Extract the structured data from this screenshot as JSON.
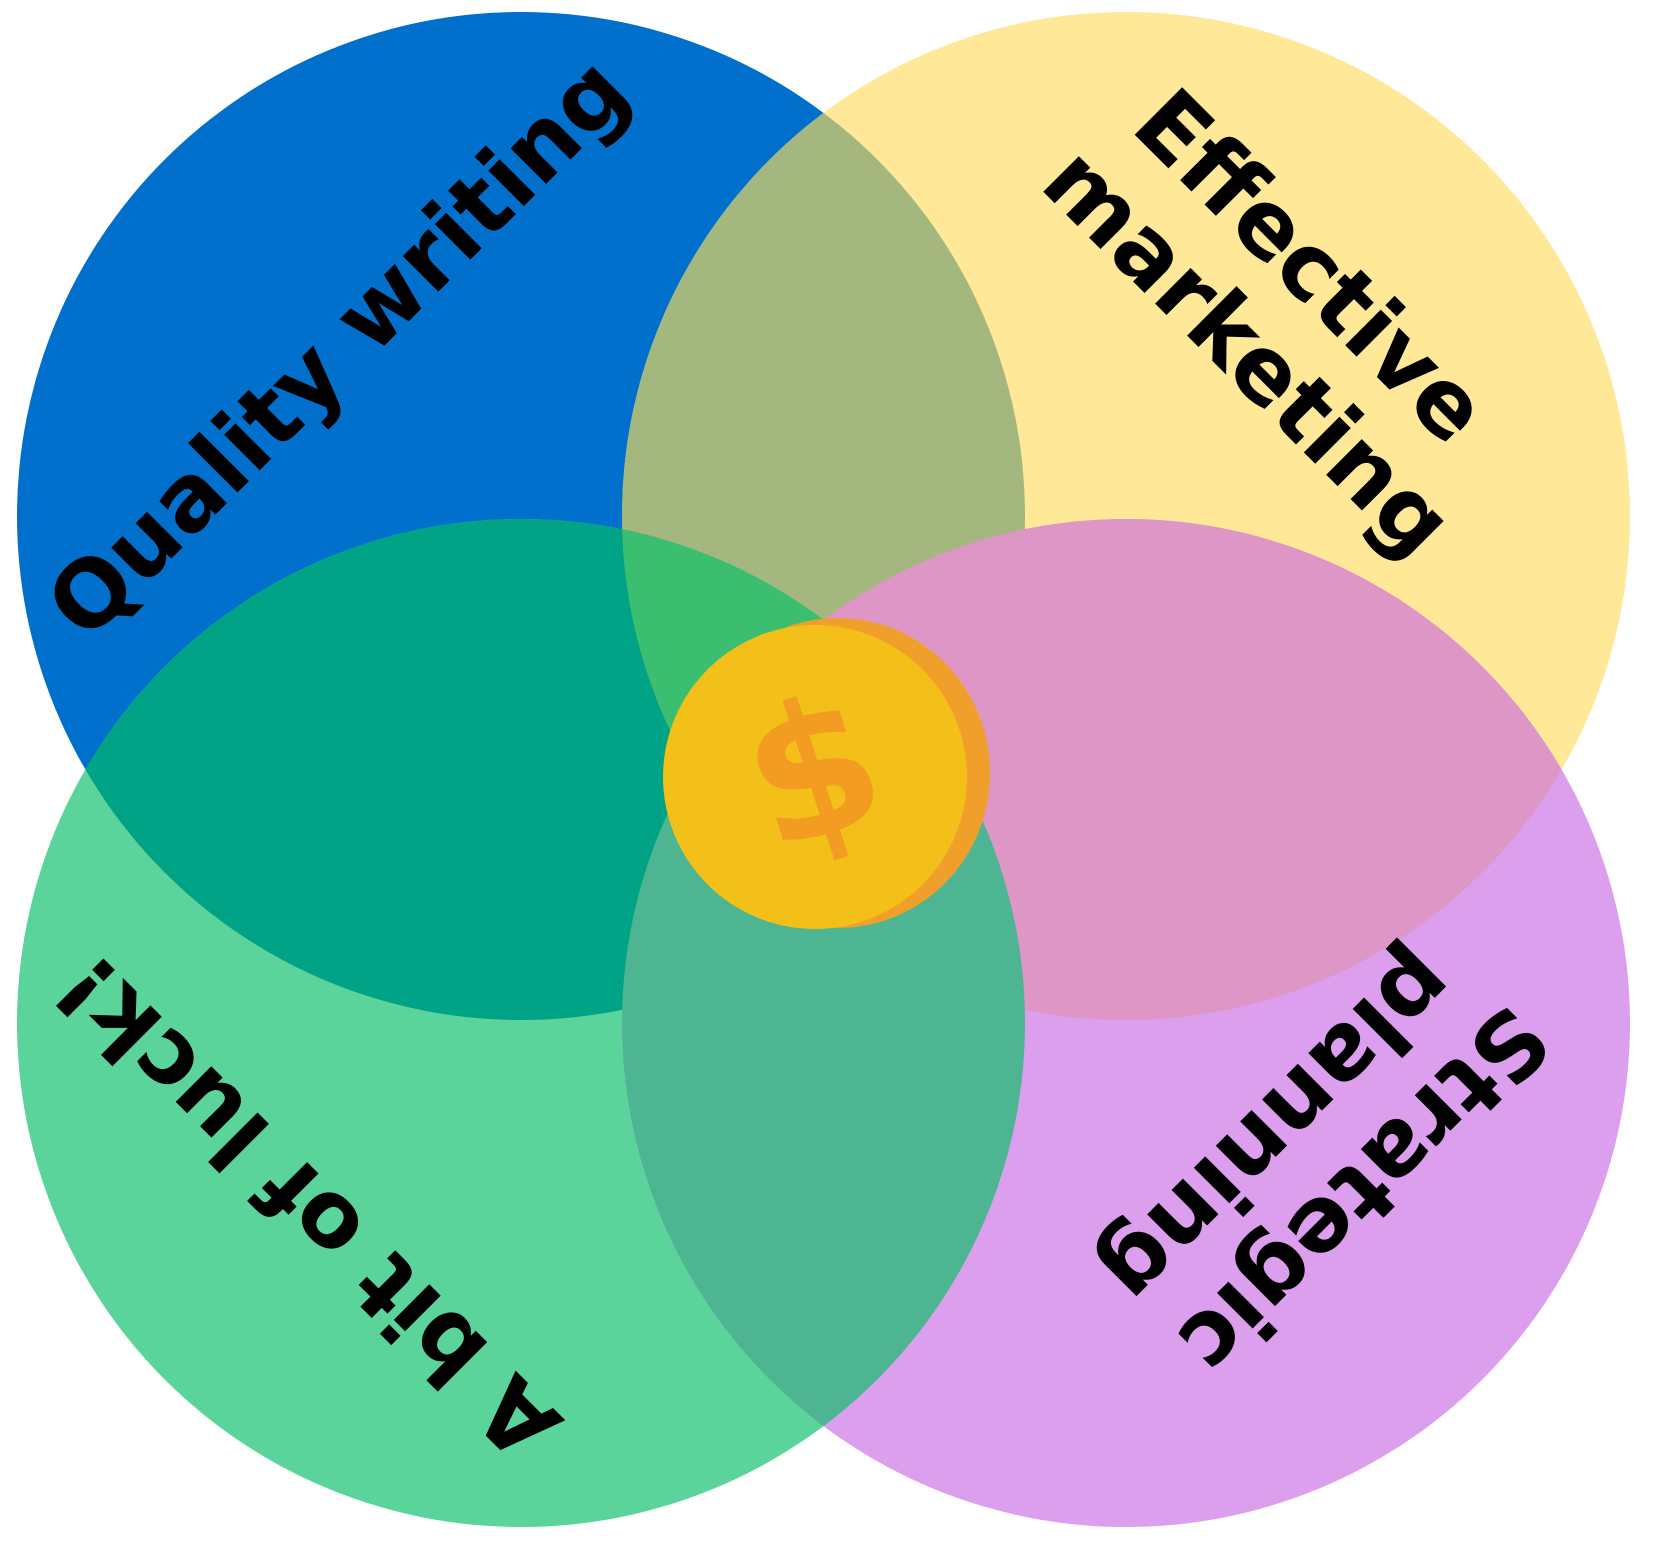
{
  "diagram": {
    "circles": [
      {
        "id": "quality",
        "label_lines": [
          "Quality writing"
        ],
        "color": "#0070CC"
      },
      {
        "id": "marketing",
        "label_lines": [
          "Effective",
          "marketing"
        ],
        "color": "#FFE897"
      },
      {
        "id": "luck",
        "label_lines": [
          "A bit of luck!"
        ],
        "color": "#5AD49A"
      },
      {
        "id": "planning",
        "label_lines": [
          "Strategic",
          "planning"
        ],
        "color": "#DB9FEE"
      }
    ],
    "overlap_colors": {
      "quality_marketing": "#A3B77F",
      "quality_luck": "#00A385",
      "marketing_planning": "#DE96C7",
      "luck_planning": "#4DB592",
      "center": "#3CBE70"
    },
    "center_coin": {
      "symbol": "$",
      "icon": "dollar-coin-icon",
      "face_color": "#F3C01A",
      "edge_color": "#F0A02A",
      "symbol_color": "#F39C22"
    }
  }
}
